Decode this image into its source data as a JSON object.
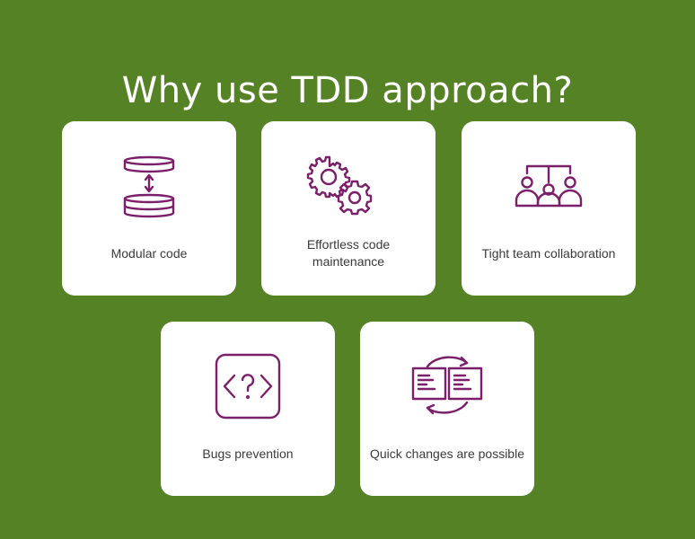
{
  "title": "Why use TDD approach?",
  "accent_color": "#7b1f6a",
  "background_color": "#548225",
  "cards": [
    {
      "label": "Modular code",
      "icon": "database-sync-icon"
    },
    {
      "label": "Effortless code maintenance",
      "icon": "gears-icon"
    },
    {
      "label": "Tight team collaboration",
      "icon": "team-hierarchy-icon"
    },
    {
      "label": "Bugs prevention",
      "icon": "code-question-icon"
    },
    {
      "label": "Quick changes are possible",
      "icon": "document-sync-icon"
    }
  ]
}
